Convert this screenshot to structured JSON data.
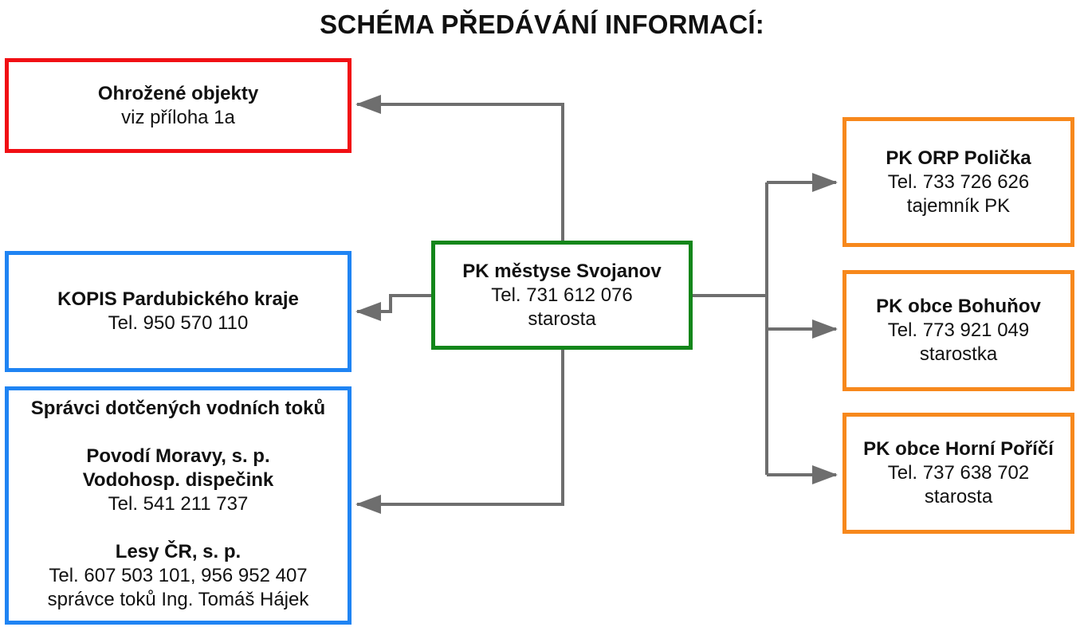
{
  "title": "SCHÉMA PŘEDÁVÁNÍ INFORMACÍ:",
  "colors": {
    "connector": "#6e6e6e",
    "red": "#f10f14",
    "blue": "#1f84f3",
    "green": "#13861a",
    "orange": "#f7881c"
  },
  "boxes": {
    "ohrozene": {
      "name": "Ohrožené objekty",
      "line1": "viz příloha 1a"
    },
    "kopis": {
      "name": "KOPIS Pardubického kraje",
      "line1": "Tel. 950 570 110"
    },
    "spravci": {
      "header": "Správci dotčených vodních toků",
      "povodi_name": "Povodí Moravy, s. p.",
      "povodi_sub": "Vodohosp. dispečink",
      "povodi_tel": "Tel. 541 211 737",
      "lesy_name": "Lesy ČR, s. p.",
      "lesy_tel": "Tel. 607 503 101, 956 952 407",
      "lesy_role": "správce toků Ing. Tomáš Hájek"
    },
    "center": {
      "name": "PK městyse Svojanov",
      "line1": "Tel. 731 612 076",
      "line2": "starosta"
    },
    "orp": {
      "name": "PK ORP Polička",
      "line1": "Tel. 733 726 626",
      "line2": "tajemník PK"
    },
    "bohunov": {
      "name": "PK obce Bohuňov",
      "line1": "Tel. 773 921 049",
      "line2": "starostka"
    },
    "porici": {
      "name": "PK obce Horní Poříčí",
      "line1": "Tel. 737 638 702",
      "line2": "starosta"
    }
  }
}
